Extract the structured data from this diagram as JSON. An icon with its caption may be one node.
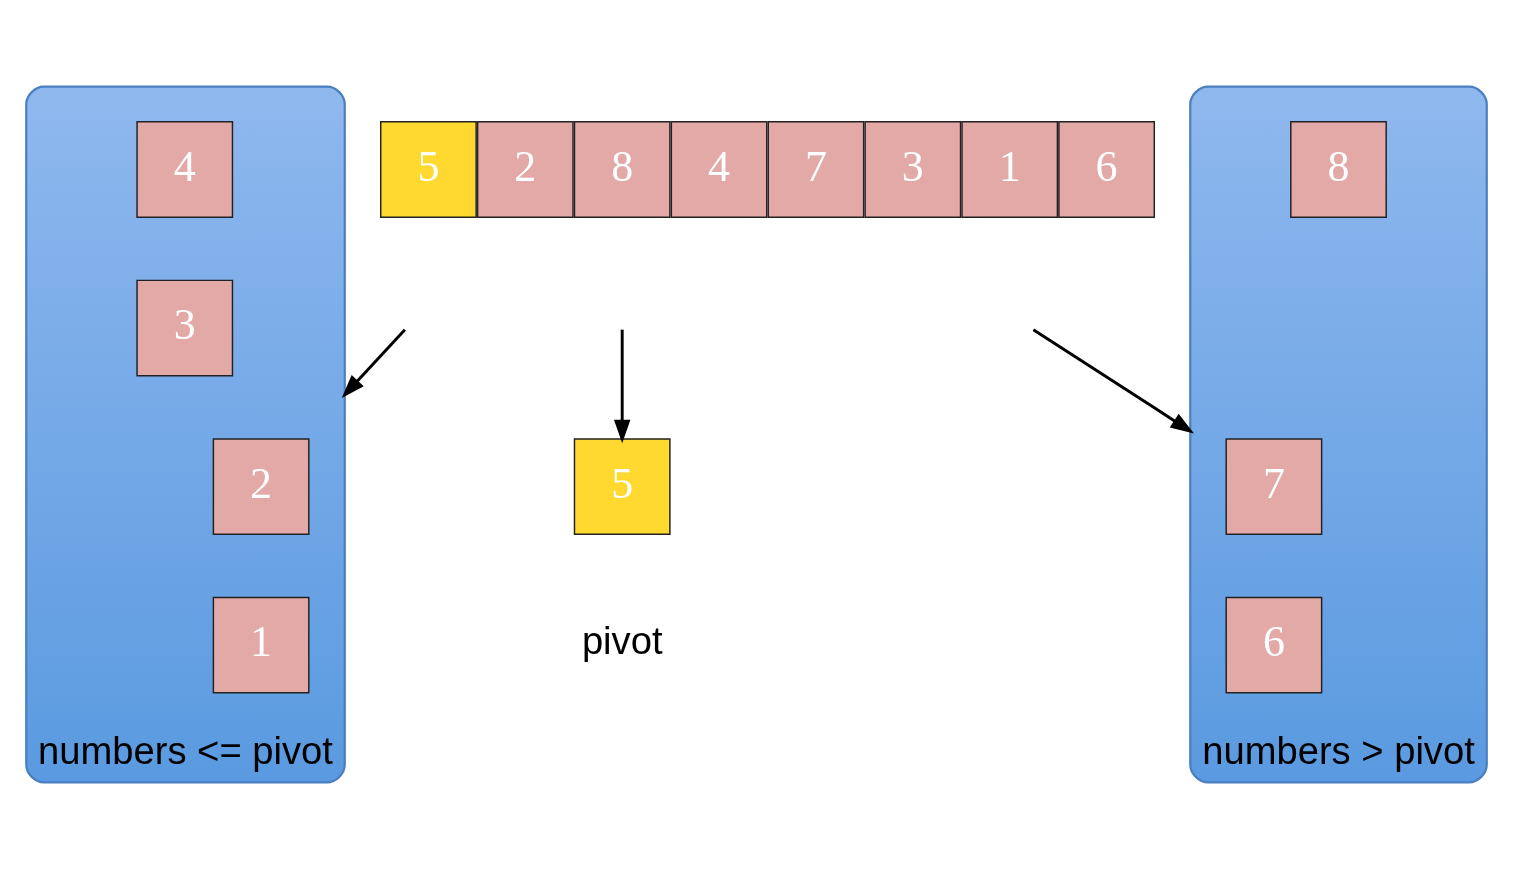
{
  "diagram": {
    "nodes": [
      {
        "text": [
          "5"
        ]
      },
      {
        "text": [
          "2"
        ]
      },
      {
        "text": [
          "8"
        ]
      },
      {
        "text": [
          "4"
        ]
      },
      {
        "text": [
          "7"
        ]
      },
      {
        "text": [
          "3"
        ]
      },
      {
        "text": [
          "1"
        ]
      },
      {
        "text": [
          "6"
        ]
      },
      {
        "text": [],
        "shape": "cloud",
        "beside": [
          "numbers <= pivot"
        ]
      },
      {
        "text": [
          "2"
        ],
        "in": 8
      },
      {
        "text": [
          "4"
        ],
        "in": 8
      },
      {
        "text": [
          "1"
        ],
        "in": 8
      },
      {
        "text": [
          "3"
        ],
        "in": 8
      },
      {
        "text": [
          "5"
        ],
        "beside": [
          "pivot"
        ]
      },
      {
        "text": [],
        "shape": "cloud",
        "beside": [
          "numbers > pivot"
        ]
      },
      {
        "text": [
          "7"
        ],
        "in": 14
      },
      {
        "text": [
          "8"
        ],
        "in": 14
      },
      {
        "text": [
          "6"
        ],
        "in": 14
      }
    ],
    "edges": [
      {
        "from": null,
        "to": 8,
        "arrow": "to"
      },
      {
        "from": null,
        "to": 13,
        "arrow": "to"
      },
      {
        "from": null,
        "to": 14,
        "arrow": "to"
      }
    ]
  }
}
